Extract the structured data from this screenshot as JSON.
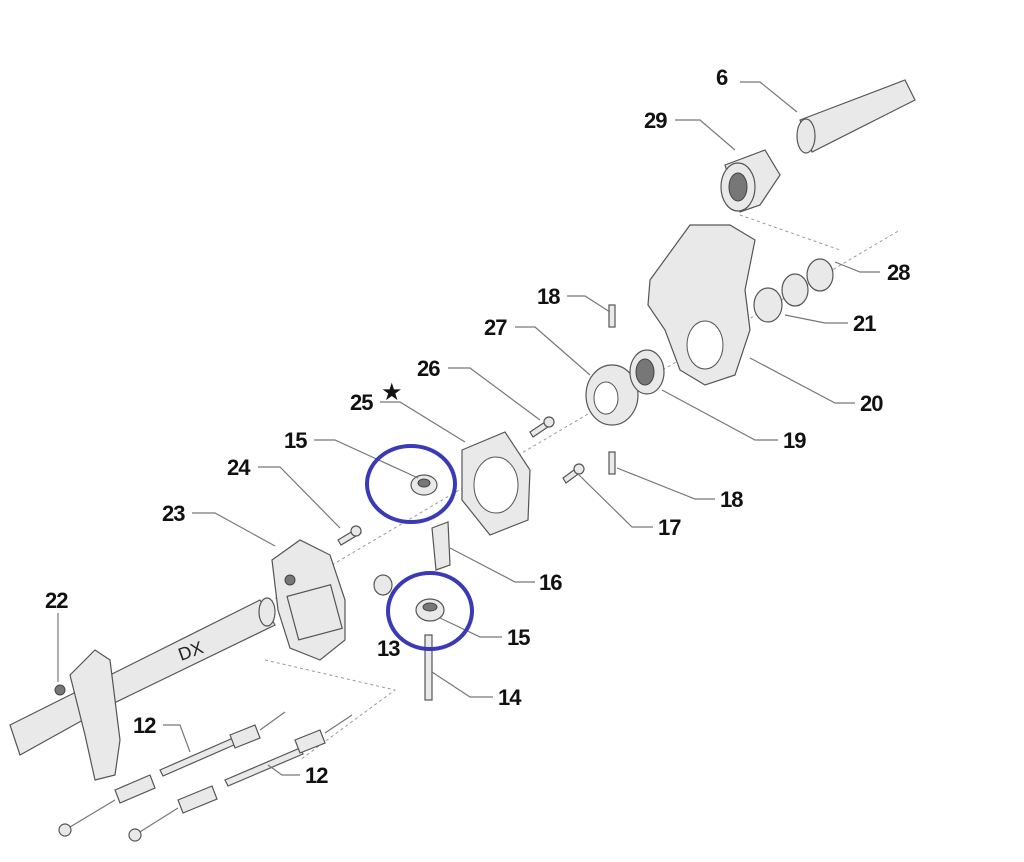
{
  "diagram": {
    "callouts": {
      "c6": "6",
      "c29": "29",
      "c28": "28",
      "c21": "21",
      "c20": "20",
      "c19": "19",
      "c18a": "18",
      "c18b": "18",
      "c27": "27",
      "c26": "26",
      "c25": "25",
      "c15a": "15",
      "c15b": "15",
      "c24": "24",
      "c23": "23",
      "c22": "22",
      "c16": "16",
      "c17": "17",
      "c13": "13",
      "c14": "14",
      "c12a": "12",
      "c12b": "12"
    },
    "star": "★",
    "tube_marking": "DX",
    "highlight_color": "#3a3ab8"
  }
}
